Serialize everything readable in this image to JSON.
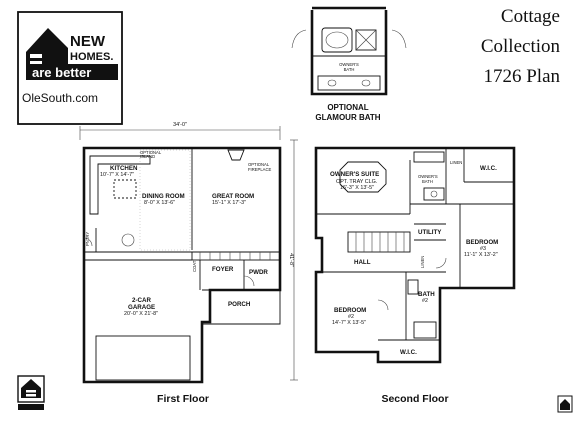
{
  "brand": {
    "logo_line1": "NEW",
    "logo_line2": "HOMES.",
    "logo_line3": "are better",
    "website": "OleSouth.com"
  },
  "title": {
    "line1": "Cottage",
    "line2": "Collection",
    "line3": "1726 Plan"
  },
  "optional_bath": {
    "room_label": "OWNER'S",
    "room_label2": "BATH",
    "caption_line1": "OPTIONAL",
    "caption_line2": "GLAMOUR BATH"
  },
  "first_floor": {
    "caption": "First Floor",
    "width_dim": "34'-0\"",
    "depth_dim": "41'-8\"",
    "rooms": {
      "kitchen": {
        "name": "KITCHEN",
        "size": "10'-7\" X 14'-7\""
      },
      "island": {
        "name": "OPTIONAL",
        "name2": "ISLAND"
      },
      "dining": {
        "name": "DINING ROOM",
        "size": "8'-0\" X 13'-6\""
      },
      "great": {
        "name": "GREAT ROOM",
        "size": "15'-1\" X 17'-3\""
      },
      "fireplace": {
        "name": "OPTIONAL",
        "name2": "FIREPLACE"
      },
      "pantry": {
        "name": "PNTRY"
      },
      "foyer": {
        "name": "FOYER"
      },
      "powder": {
        "name": "PWDR"
      },
      "coat": {
        "name": "COAT"
      },
      "porch": {
        "name": "PORCH"
      },
      "garage": {
        "name": "2-CAR",
        "name2": "GARAGE",
        "size": "20'-0\" X 21'-8\""
      }
    }
  },
  "second_floor": {
    "caption": "Second Floor",
    "rooms": {
      "owners_suite": {
        "name": "OWNER'S SUITE",
        "note": "OPT. TRAY CLG.",
        "size": "16'-3\" X 13'-5\""
      },
      "owners_bath": {
        "name": "OWNER'S",
        "name2": "BATH"
      },
      "linen": {
        "name": "LINEN"
      },
      "wic1": {
        "name": "W.I.C."
      },
      "utility": {
        "name": "UTILITY"
      },
      "bedroom3": {
        "name": "BEDROOM",
        "num": "#3",
        "size": "11'-1\" X 13'-2\""
      },
      "hall": {
        "name": "HALL"
      },
      "linen2": {
        "name": "LINEN"
      },
      "bath2": {
        "name": "BATH",
        "num": "#2"
      },
      "bedroom2": {
        "name": "BEDROOM",
        "num": "#2",
        "size": "14'-7\" X 13'-5\""
      },
      "wic2": {
        "name": "W.I.C."
      }
    }
  }
}
